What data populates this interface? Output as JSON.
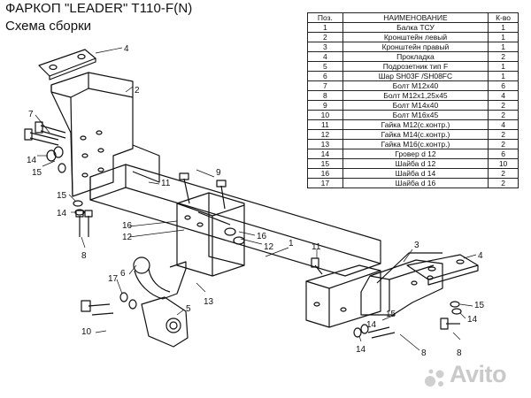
{
  "header": {
    "title": "ФАРКОП \"LEADER\" T110-F(N)",
    "subtitle": "Схема сборки"
  },
  "parts_table": {
    "columns": [
      "Поз.",
      "НАИМЕНОВАНИЕ",
      "К-во"
    ],
    "rows": [
      [
        "1",
        "Балка ТСУ",
        "1"
      ],
      [
        "2",
        "Кронштейн левый",
        "1"
      ],
      [
        "3",
        "Кронштейн правый",
        "1"
      ],
      [
        "4",
        "Прокладка",
        "2"
      ],
      [
        "5",
        "Подрозетник тип F",
        "1"
      ],
      [
        "6",
        "Шар SH03F /SH08FC",
        "1"
      ],
      [
        "7",
        "Болт М12х40",
        "6"
      ],
      [
        "8",
        "Болт М12х1,25х45",
        "4"
      ],
      [
        "9",
        "Болт М14х40",
        "2"
      ],
      [
        "10",
        "Болт М16х45",
        "2"
      ],
      [
        "11",
        "Гайка М12(с.контр.)",
        "4"
      ],
      [
        "12",
        "Гайка М14(с.контр.)",
        "2"
      ],
      [
        "13",
        "Гайка М16(с.контр.)",
        "2"
      ],
      [
        "14",
        "Гровер d 12",
        "6"
      ],
      [
        "15",
        "Шайба d 12",
        "10"
      ],
      [
        "16",
        "Шайба d 14",
        "2"
      ],
      [
        "17",
        "Шайба d 16",
        "2"
      ]
    ]
  },
  "callouts": [
    "4",
    "2",
    "7",
    "14",
    "15",
    "11",
    "9",
    "15",
    "14",
    "8",
    "16",
    "12",
    "16",
    "12",
    "1",
    "3",
    "4",
    "6",
    "17",
    "5",
    "13",
    "11",
    "15",
    "14",
    "10",
    "14",
    "8",
    "15",
    "14",
    "8"
  ],
  "watermark": "Avito",
  "colors": {
    "line": "#111111",
    "watermark": "#c9c9c9"
  }
}
